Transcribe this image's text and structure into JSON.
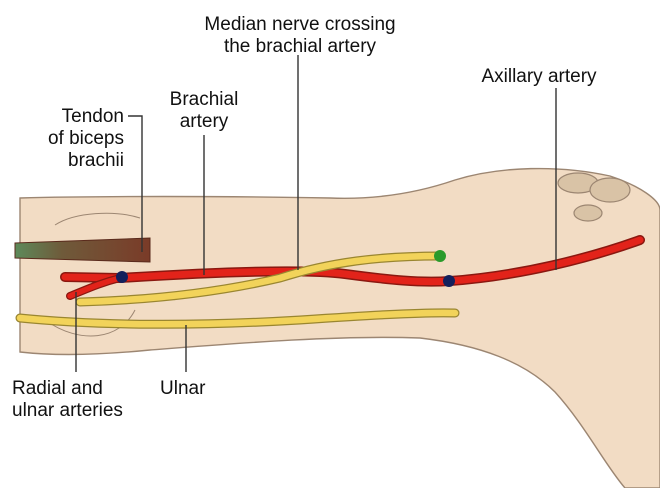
{
  "labels": {
    "median_nerve": [
      "Median nerve crossing",
      "the brachial artery"
    ],
    "axillary_artery": [
      "Axillary artery"
    ],
    "brachial_artery": [
      "Brachial",
      "artery"
    ],
    "tendon": [
      "Tendon",
      "of biceps",
      "brachii"
    ],
    "radial_ulnar": [
      "Radial and",
      "ulnar arteries"
    ],
    "ulnar": [
      "Ulnar"
    ]
  },
  "colors": {
    "skin": "#f2dcc4",
    "skin_outline": "#9c8672",
    "artery": "#e2231a",
    "artery_outline": "#8a1810",
    "nerve": "#f2d35a",
    "nerve_outline": "#9a8630",
    "pulse_point": "#13205c",
    "nerve_end": "#2a9a2a",
    "tendon": "#7a3b28",
    "leader": "#333333",
    "bone": "#d9c3a6"
  }
}
